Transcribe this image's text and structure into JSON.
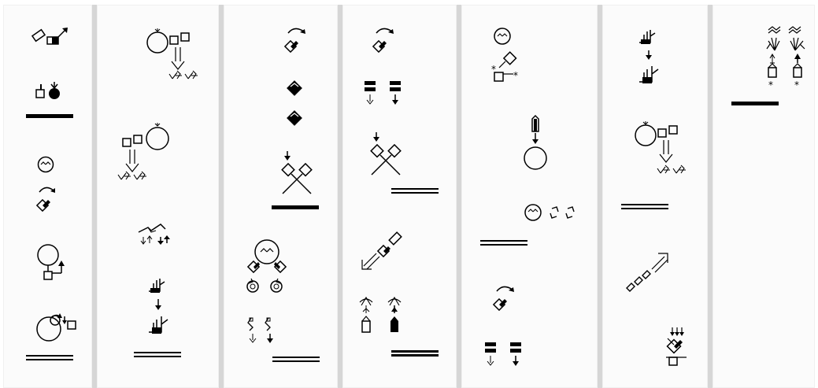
{
  "title": "",
  "columns": [
    {
      "index": 1,
      "glyphs": [
        "eraser-flag",
        "small-marker-and-ball",
        "circle-face",
        "rotate-hand",
        "circle-with-box-arrow",
        "circle-with-rotate"
      ]
    },
    {
      "index": 2,
      "glyphs": [
        "circle-with-squares-arrow",
        "hands-pair",
        "circle-with-squares-left",
        "hands-pair-left",
        "bird-arrows",
        "hand-down-hand"
      ]
    },
    {
      "index": 3,
      "glyphs": [
        "rotate-diamond",
        "diamond-pair",
        "crossed-flags",
        "head-with-rotations",
        "bracket-arrows"
      ]
    },
    {
      "index": 4,
      "glyphs": [
        "rotate-diamond",
        "bars-with-arrows",
        "crossed-flags",
        "pencil-arrow",
        "fan-with-boxes"
      ]
    },
    {
      "index": 5,
      "glyphs": [
        "face-diamond-star",
        "pencil-circle",
        "face-links",
        "rotate-diamond",
        "bars-with-arrows"
      ]
    },
    {
      "index": 6,
      "glyphs": [
        "hand-down-hand",
        "circle-with-squares-arrow",
        "hands-pair",
        "chain-arrow",
        "diamond-down-arrows"
      ]
    },
    {
      "index": 7,
      "glyphs": [
        "hands-up-star"
      ]
    }
  ]
}
